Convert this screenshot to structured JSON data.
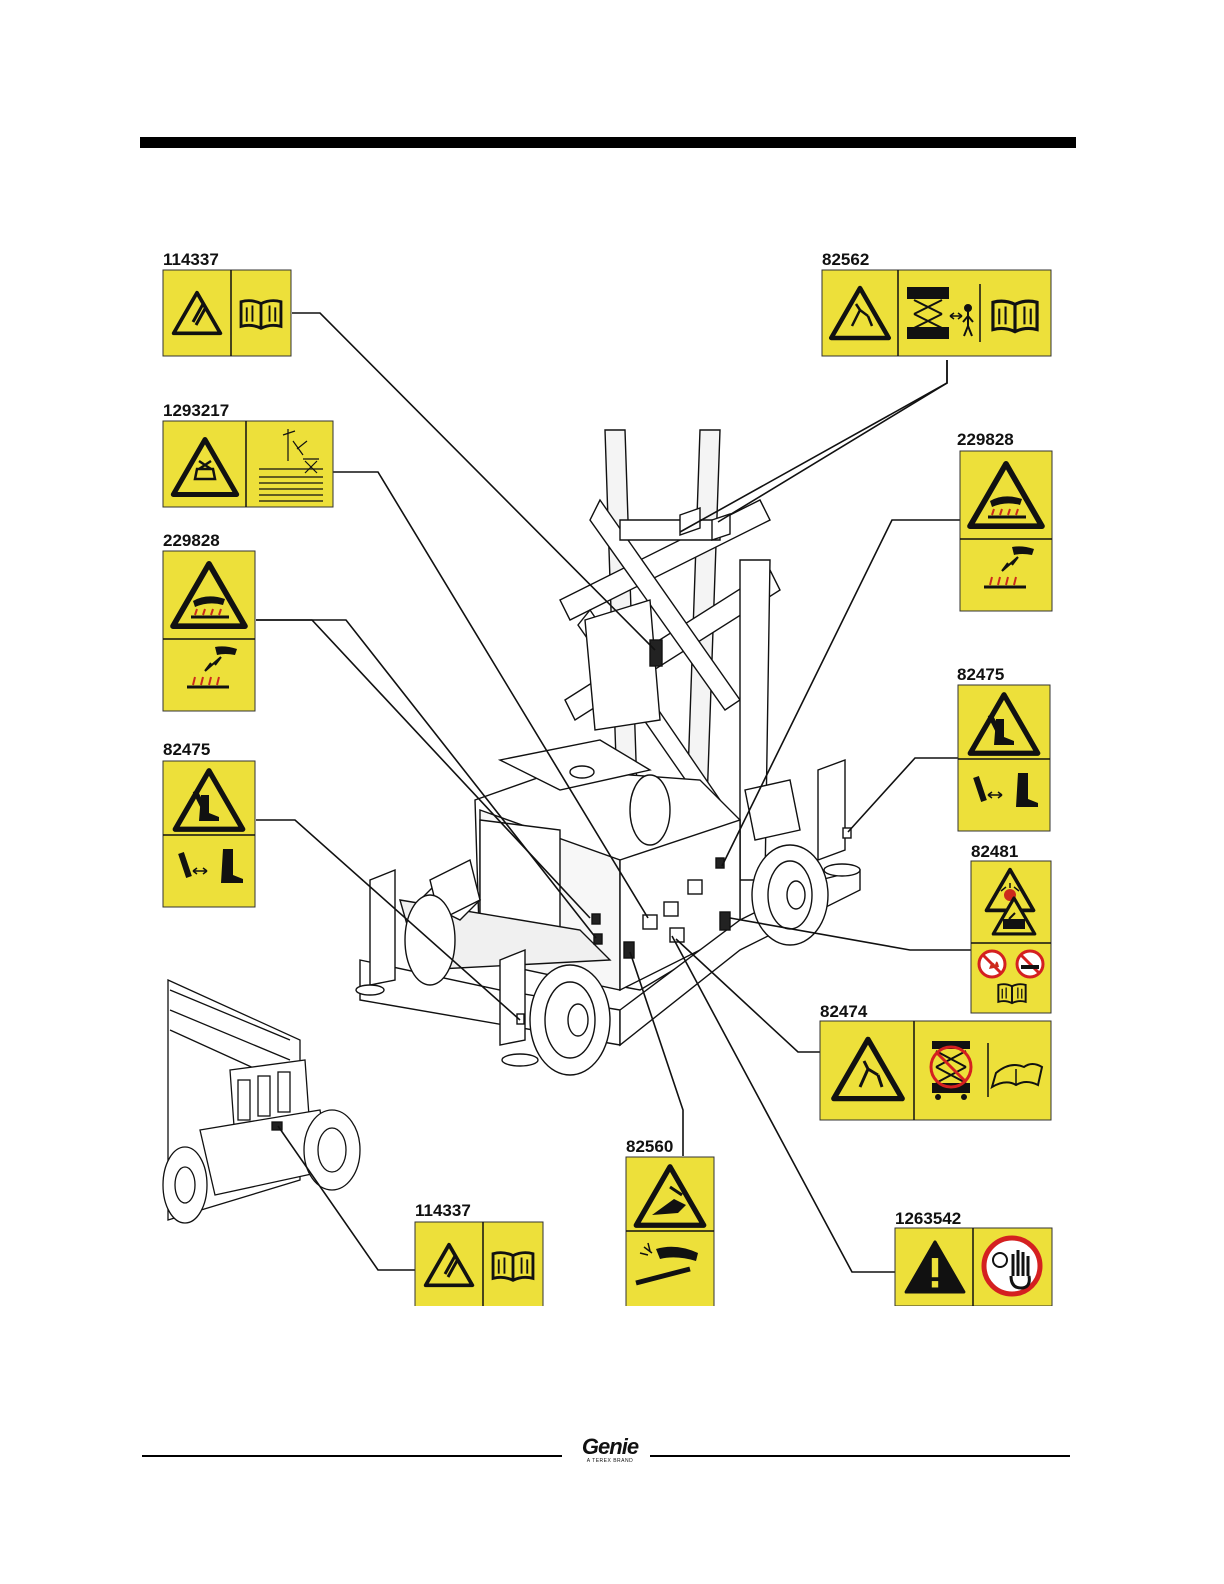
{
  "decals": [
    {
      "id": "d1",
      "part_number": "114337",
      "icons": [
        "warning-triangle-icon",
        "manual-book-icon"
      ]
    },
    {
      "id": "d2",
      "part_number": "1293217",
      "icons": [
        "warning-triangle-icon",
        "load-capacity-chart-icon"
      ]
    },
    {
      "id": "d3",
      "part_number": "229828",
      "icons": [
        "burn-hazard-icon",
        "keep-away-hot-surface-icon"
      ]
    },
    {
      "id": "d4",
      "part_number": "82475",
      "icons": [
        "crush-hazard-foot-icon",
        "keep-foot-away-icon"
      ]
    },
    {
      "id": "d5",
      "part_number": "82562",
      "icons": [
        "fall-hazard-icon",
        "scissor-clearance-icon",
        "manual-book-icon"
      ]
    },
    {
      "id": "d6",
      "part_number": "229828",
      "icons": [
        "burn-hazard-icon",
        "keep-away-hot-surface-icon"
      ]
    },
    {
      "id": "d7",
      "part_number": "82475",
      "icons": [
        "crush-hazard-foot-icon",
        "keep-foot-away-icon"
      ]
    },
    {
      "id": "d8",
      "part_number": "82481",
      "icons": [
        "explosion-hazard-icon",
        "battery-acid-icon",
        "no-flame-icon",
        "no-smoking-icon",
        "manual-book-icon"
      ]
    },
    {
      "id": "d9",
      "part_number": "82474",
      "icons": [
        "tip-over-hazard-icon",
        "no-drive-elevated-icon",
        "manual-book-icon"
      ]
    },
    {
      "id": "d10",
      "part_number": "82560",
      "icons": [
        "electrocution-hazard-icon",
        "hand-spark-icon"
      ]
    },
    {
      "id": "d11",
      "part_number": "1263542",
      "icons": [
        "general-warning-icon",
        "no-touch-hand-icon"
      ]
    },
    {
      "id": "d12",
      "part_number": "114337",
      "icons": [
        "warning-triangle-icon",
        "manual-book-icon"
      ]
    }
  ],
  "footer": {
    "brand": "Genie",
    "tagline": "A TEREX BRAND"
  },
  "colors": {
    "decal_yellow": "#ede03a",
    "line": "#111111",
    "burn_red": "#cc2a1c",
    "prohibit_red": "#d42020"
  }
}
